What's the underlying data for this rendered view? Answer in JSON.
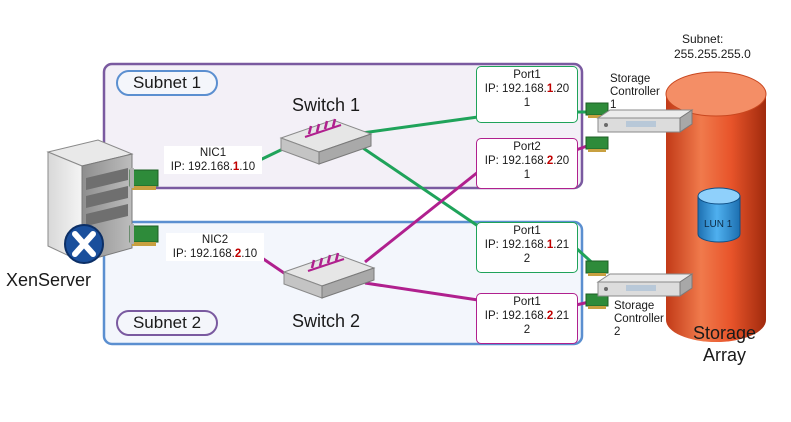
{
  "colors": {
    "subnet1_border": "#7a5aa0",
    "subnet2_border": "#5b8fd0",
    "green_link": "#1fa35a",
    "magenta_link": "#b0208e",
    "storage_array": "#e8542a",
    "lun": "#2d8fd6",
    "highlight": "#c00000"
  },
  "icons": {
    "server": "server-tower-icon",
    "xen_badge": "xenserver-x-icon",
    "switch": "network-switch-icon",
    "nic": "nic-card-icon",
    "controller": "storage-controller-icon",
    "array": "storage-cylinder-icon",
    "lun": "lun-disk-icon"
  },
  "subnet_mask": {
    "label": "Subnet:",
    "value": "255.255.255.0"
  },
  "subnets": [
    {
      "label": "Subnet 1"
    },
    {
      "label": "Subnet 2"
    }
  ],
  "xenserver": {
    "label": "XenServer"
  },
  "switches": [
    {
      "label": "Switch 1"
    },
    {
      "label": "Switch 2"
    }
  ],
  "nics": [
    {
      "name": "NIC1",
      "ip_prefix": "IP: 192.168.",
      "ip_subnet": "1",
      "ip_suffix": ".10"
    },
    {
      "name": "NIC2",
      "ip_prefix": "IP: 192.168.",
      "ip_subnet": "2",
      "ip_suffix": ".10"
    }
  ],
  "ports": [
    {
      "name": "Port1",
      "ip_prefix": "IP: 192.168.",
      "ip_subnet": "1",
      "ip_suffix": ".20",
      "controller": "1"
    },
    {
      "name": "Port2",
      "ip_prefix": "IP: 192.168.",
      "ip_subnet": "2",
      "ip_suffix": ".20",
      "controller": "1"
    },
    {
      "name": "Port1",
      "ip_prefix": "IP: 192.168.",
      "ip_subnet": "1",
      "ip_suffix": ".21",
      "controller": "2"
    },
    {
      "name": "Port1",
      "ip_prefix": "IP: 192.168.",
      "ip_subnet": "2",
      "ip_suffix": ".21",
      "controller": "2"
    }
  ],
  "controllers": [
    {
      "line1": "Storage",
      "line2": "Controller",
      "line3": "1"
    },
    {
      "line1": "Storage",
      "line2": "Controller",
      "line3": "2"
    }
  ],
  "storage_array": {
    "line1": "Storage",
    "line2": "Array"
  },
  "lun": {
    "label": "LUN 1"
  }
}
